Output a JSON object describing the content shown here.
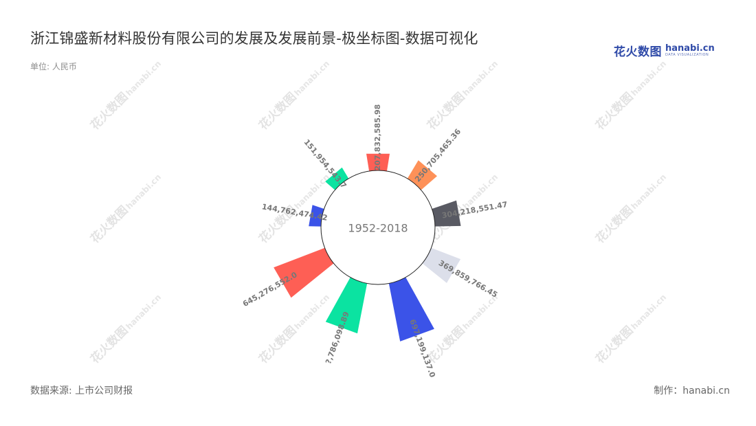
{
  "header": {
    "title": "浙江锦盛新材料股份有限公司的发展及发展前景-极坐标图-数据可视化",
    "unit": "单位: 人民币"
  },
  "logo": {
    "text_cn": "花火数图",
    "text_en": "hanabi.cn",
    "subtitle": "DATA VISUALIZATION"
  },
  "watermark": {
    "text_cn": "花火数图",
    "text_en": "hanabi.cn"
  },
  "footer": {
    "source": "数据来源: 上市公司财报",
    "maker": "制作：hanabi.cn"
  },
  "colors": {
    "bars": [
      "#fe5f55",
      "#fe9158",
      "#595a63",
      "#dcdfea",
      "#3b53e8",
      "#0be3a1",
      "#fe5f55",
      "#3b53e8",
      "#0be3a1"
    ],
    "center_fill": "#ffffff",
    "center_stroke": "#222222"
  },
  "chart_data": {
    "type": "bar",
    "polar": true,
    "center_label": "1952-2018",
    "categories": [
      "",
      "",
      "",
      "",
      "",
      "",
      "",
      "",
      ""
    ],
    "values": [
      207832585.98,
      250705465.36,
      304218551.47,
      369859766.45,
      697199137.0,
      600786098.89,
      645276552.0,
      144762474.42,
      151954543.7
    ],
    "labels": [
      "207,832,585.98",
      "250,705,465.36",
      "304,218,551.47",
      "369,859,766.45",
      "697,199,137.0",
      "?,786,098.89",
      "645,276,552.0",
      "144,762,474.42",
      "151,954,543.7"
    ]
  }
}
